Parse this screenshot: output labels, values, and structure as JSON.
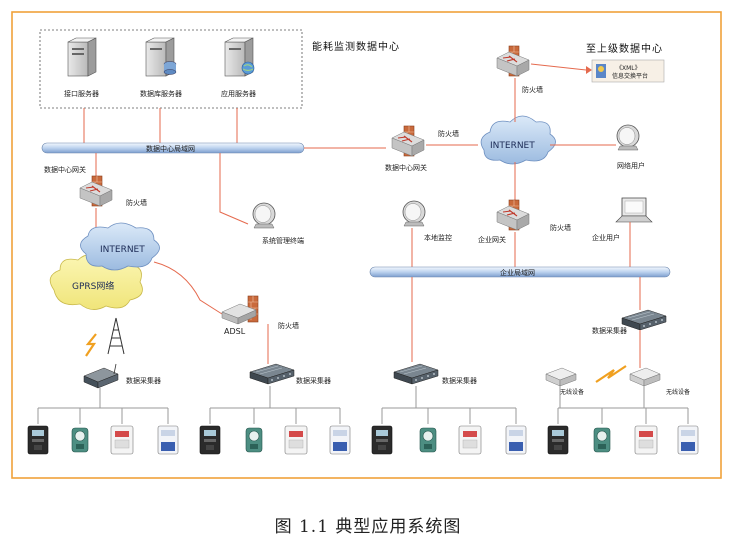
{
  "diagram": {
    "data_center_title": "能耗监测数据中心",
    "upper_center_title": "至上级数据中心",
    "servers": [
      "接口服务器",
      "数据库服务器",
      "应用服务器"
    ],
    "dc_lan": "数据中心局域网",
    "enterprise_lan": "企业局域网",
    "firewall": "防火墙",
    "dc_gateway": "数据中心网关",
    "internet": "INTERNET",
    "gprs": "GPRS网络",
    "adsl": "ADSL",
    "sys_terminal": "系统管理终端",
    "web_user": "网络用户",
    "local_monitor": "本地监控",
    "ent_gateway": "企业网关",
    "ent_user": "企业用户",
    "collector": "数据采集器",
    "wireless_device": "无线设备",
    "xml_tag": "《XML》",
    "xml_platform": "信息交换平台"
  },
  "caption": "图 1.1  典型应用系统图"
}
